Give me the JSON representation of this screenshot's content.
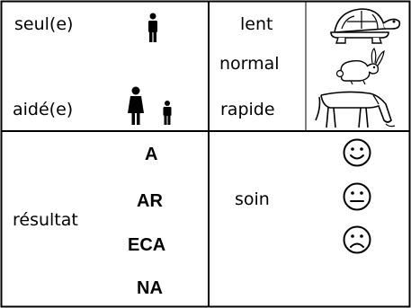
{
  "table": {
    "autonomy": {
      "alone_label": "seul(e)",
      "alone_icon": "person-icon",
      "helped_label": "aidé(e)",
      "helped_icon": "adult-and-child-icon"
    },
    "speed": {
      "slow_label": "lent",
      "slow_icon": "tortoise-icon",
      "normal_label": "normal",
      "normal_icon": "rabbit-icon",
      "fast_label": "rapide",
      "fast_icon": "horse-icon"
    },
    "result": {
      "label": "résultat",
      "grades": [
        "A",
        "AR",
        "ECA",
        "NA"
      ]
    },
    "care": {
      "label": "soin",
      "faces": [
        "happy-face-icon",
        "neutral-face-icon",
        "sad-face-icon"
      ]
    }
  }
}
